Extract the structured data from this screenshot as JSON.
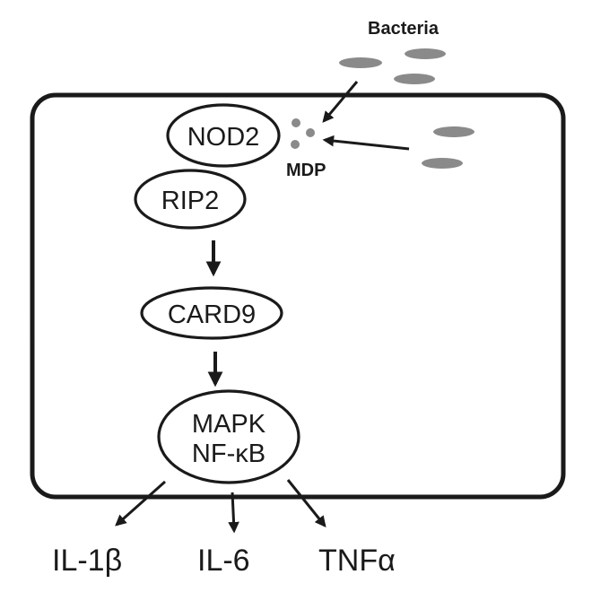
{
  "title": "NOD2 signaling pathway",
  "colors": {
    "stroke": "#1a1a1a",
    "bacteria": "#8a8a8a",
    "background": "#ffffff"
  },
  "external": {
    "bacteria_label": "Bacteria",
    "mdp_label": "MDP"
  },
  "nodes": {
    "nod2": "NOD2",
    "rip2": "RIP2",
    "card9": "CARD9",
    "mapk_line1": "MAPK",
    "mapk_line2": "NF-κB"
  },
  "outputs": {
    "il1b": "IL-1β",
    "il6": "IL-6",
    "tnfa": "TNFα"
  }
}
